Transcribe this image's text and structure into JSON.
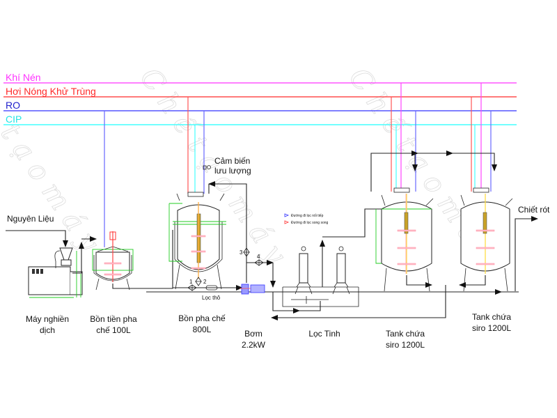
{
  "diagram": {
    "type": "process-flow",
    "colors": {
      "khi_nen": "#ff33ff",
      "hoi_nong": "#ff2a2a",
      "ro": "#3333ff",
      "cip": "#22ffff",
      "process_line": "#222222",
      "dimension": "#22cc22",
      "agitator": "#ff9aa8",
      "series_arrow": "#3333ff",
      "parallel_arrow": "#ff3333"
    },
    "headers": [
      {
        "id": "khi_nen",
        "label": "Khí Nén"
      },
      {
        "id": "hoi_nong",
        "label": "Hơi Nóng Khử Trùng"
      },
      {
        "id": "ro",
        "label": "RO"
      },
      {
        "id": "cip",
        "label": "CIP"
      }
    ],
    "inputs": {
      "raw_material": "Nguyên Liệu"
    },
    "outputs": {
      "filling": "Chiết rót"
    },
    "sensor": {
      "line1": "Cảm biến",
      "line2": "lưu lượng"
    },
    "legend": {
      "series": "Đường đi lọc nối tiếp",
      "parallel": "Đường đi lọc song song"
    },
    "valves": [
      "1",
      "2",
      "3",
      "4"
    ],
    "coarse_filter": "Lọc thô",
    "equipment": [
      {
        "id": "grinder",
        "line1": "Máy nghiền",
        "line2": "dịch"
      },
      {
        "id": "pre_mix_tank",
        "line1": "Bồn tiền pha",
        "line2": "chế 100L"
      },
      {
        "id": "mix_tank",
        "line1": "Bồn pha chế",
        "line2": "800L"
      },
      {
        "id": "pump",
        "line1": "Bơm",
        "line2": "2.2kW"
      },
      {
        "id": "fine_filter",
        "line1": "Lọc Tinh",
        "line2": ""
      },
      {
        "id": "syrup_tank_1",
        "line1": "Tank chứa",
        "line2": "siro 1200L"
      },
      {
        "id": "syrup_tank_2",
        "line1": "Tank chứa",
        "line2": "siro 1200L"
      }
    ]
  }
}
